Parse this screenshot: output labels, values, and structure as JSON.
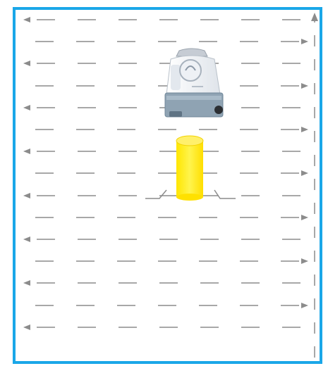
{
  "view": {
    "border_color": "#1aa7e8",
    "path_color": "#8c8c8c",
    "obstacle_color": "#ffea00",
    "obstacle_edge_color": "#f2d200"
  },
  "robot": {
    "icon": "service-robot-icon",
    "body_color": "#f2f4f7",
    "base_color": "#8fa3b3",
    "wheel_color": "#2c2f33"
  },
  "obstacle": {
    "icon": "cylinder-obstacle-icon"
  },
  "path": {
    "pattern": "boustrophedon",
    "row_count": 15,
    "first_row_direction": "left"
  }
}
